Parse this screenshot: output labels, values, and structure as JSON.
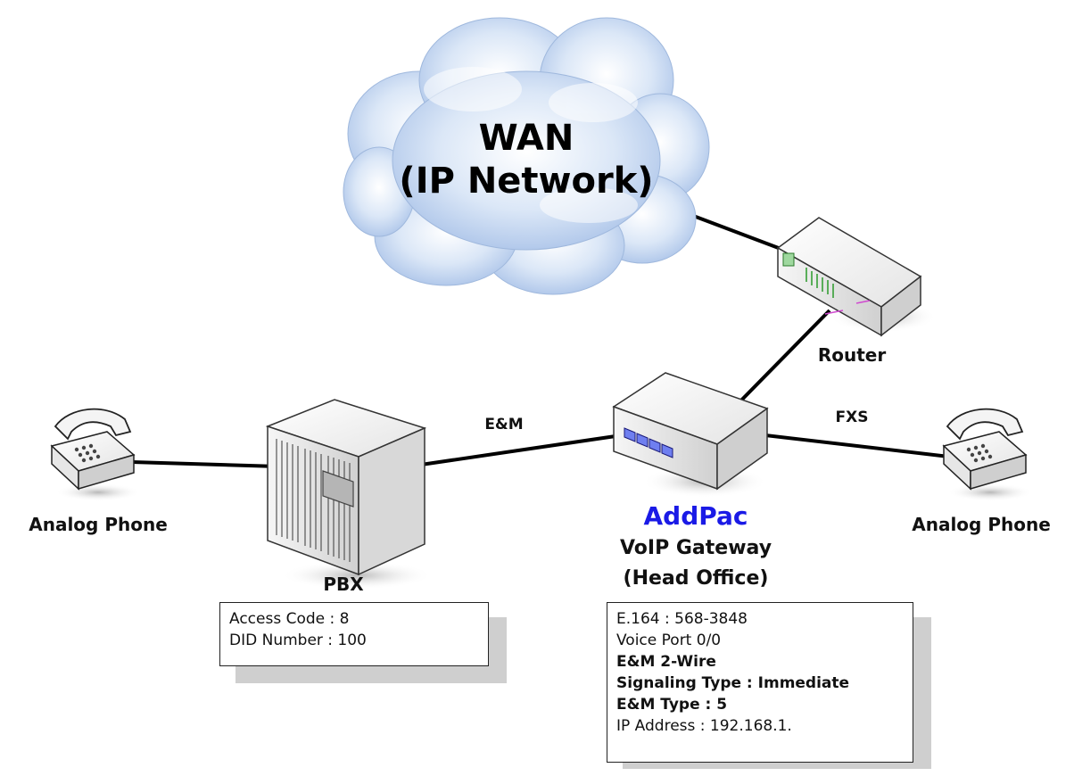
{
  "wan": {
    "title": "WAN",
    "subtitle": "(IP Network)"
  },
  "nodes": {
    "router": "Router",
    "pbx": "PBX",
    "phone_left": "Analog Phone",
    "phone_right": "Analog Phone",
    "brand": "AddPac",
    "gateway_line1": "VoIP Gateway",
    "gateway_line2": "(Head Office)"
  },
  "links": {
    "em": "E&M",
    "fxs": "FXS"
  },
  "pbx_info": {
    "access_code": "Access Code : 8",
    "did_number": "DID Number : 100"
  },
  "gateway_info": {
    "e164": "E.164 : 568-3848",
    "voice_port": "Voice Port 0/0",
    "em_wire": "E&M 2-Wire",
    "signaling": "Signaling Type : Immediate",
    "em_type": "E&M Type : 5",
    "ip_address": "IP Address : 192.168.1."
  },
  "colors": {
    "brand": "#1a1ae6",
    "cloud_fill": "#c7d9f2",
    "device_body": "#f2f2f2"
  },
  "icons": [
    "cloud-icon",
    "router-icon",
    "pbx-icon",
    "gateway-icon",
    "phone-icon"
  ]
}
